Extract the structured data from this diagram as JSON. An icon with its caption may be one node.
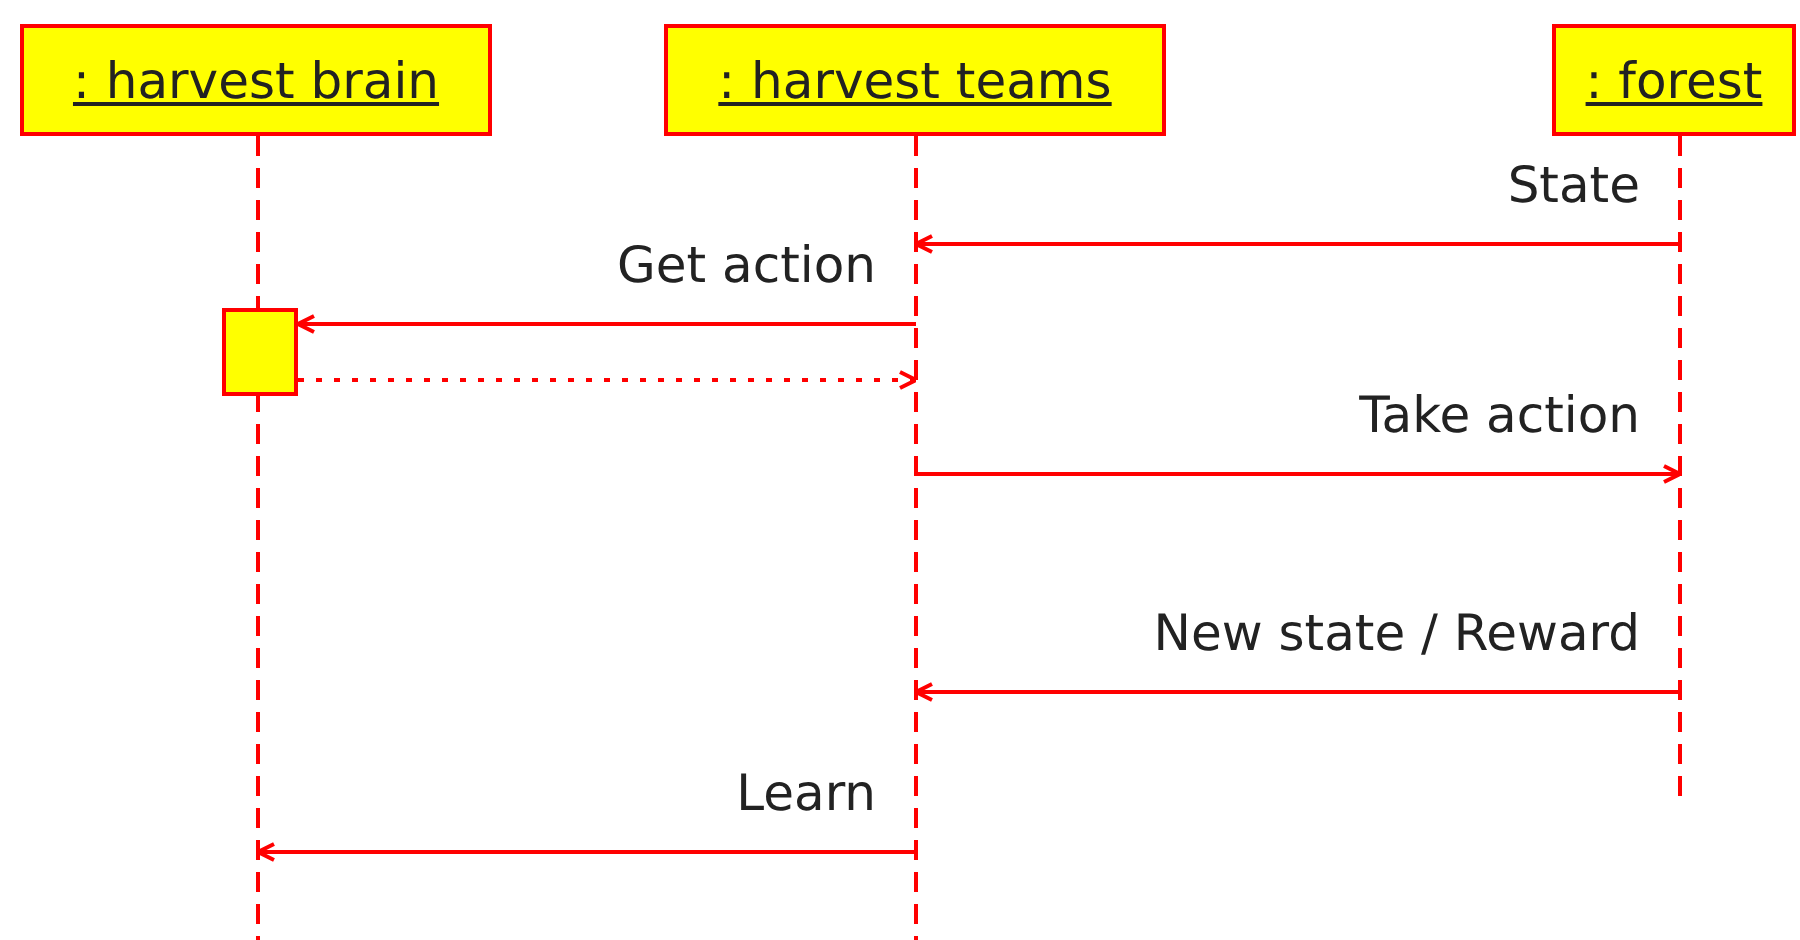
{
  "diagram": {
    "nodes": [
      {
        "text": [
          ": harvest brain"
        ]
      },
      {
        "text": [
          ": harvest teams"
        ]
      },
      {
        "text": [
          ": forest"
        ]
      },
      {
        "text": [],
        "shape": "box",
        "in": 0
      }
    ],
    "edges": [
      {
        "from": 2,
        "to": 1,
        "arrow": "to",
        "label": "State"
      },
      {
        "from": 1,
        "to": 3,
        "arrow": "to",
        "label": "Get action"
      },
      {
        "from": 3,
        "to": 1,
        "arrow": "to",
        "style": "dashed"
      },
      {
        "from": 1,
        "to": 2,
        "arrow": "to",
        "label": "Take action"
      },
      {
        "from": 2,
        "to": 1,
        "arrow": "to",
        "label": "New state / Reward"
      },
      {
        "from": 1,
        "to": 0,
        "arrow": "to",
        "label": "Learn"
      }
    ]
  }
}
